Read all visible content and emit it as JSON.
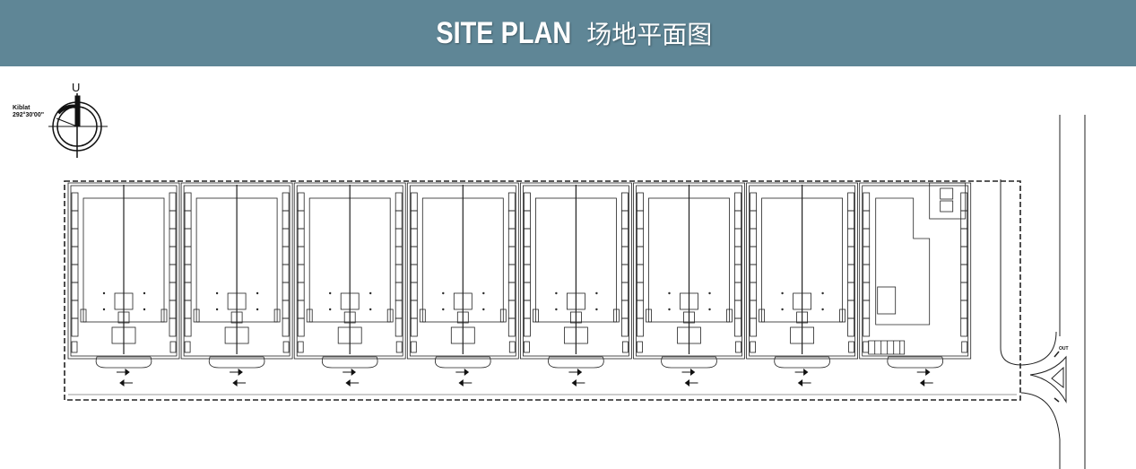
{
  "header": {
    "title_en": "SITE PLAN",
    "title_zh": "场地平面图",
    "background": "#5f8696"
  },
  "compass": {
    "north_label": "U",
    "kiblat_label": "Kiblat",
    "kiblat_angle": "292°30'00\""
  },
  "site": {
    "units": 8,
    "entrance_label": "OUT"
  }
}
